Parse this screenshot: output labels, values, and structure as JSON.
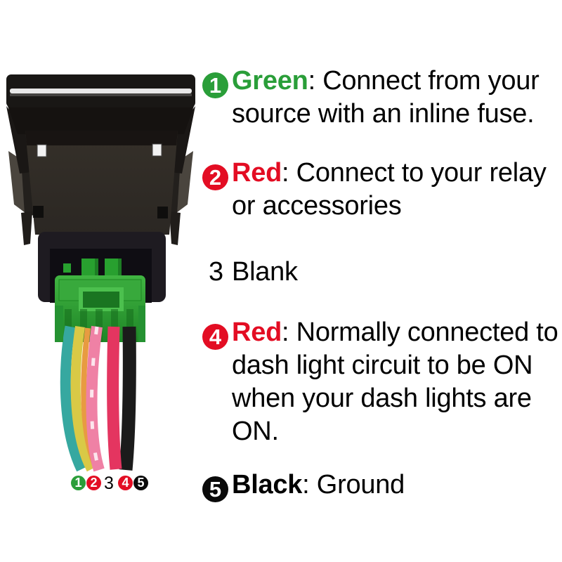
{
  "colors": {
    "green": "#2a9e39",
    "red": "#e30d23",
    "black": "#0a0a0a"
  },
  "annotations": {
    "items": [
      {
        "num": "1",
        "badge": "green",
        "label": "Green",
        "first": ": Connect from your",
        "rest": [
          "source with an inline fuse."
        ]
      },
      {
        "num": "2",
        "badge": "red",
        "label": "Red",
        "first": ": Connect to your relay",
        "rest": [
          "or accessories"
        ]
      },
      {
        "num": "3",
        "badge": "none",
        "label": "",
        "first": "Blank",
        "rest": []
      },
      {
        "num": "4",
        "badge": "red",
        "label": "Red",
        "first": ": Normally connected to",
        "rest": [
          "dash light circuit to be ON",
          "when your dash lights are",
          "ON."
        ]
      },
      {
        "num": "5",
        "badge": "black",
        "label": "Black",
        "first": ": Ground",
        "rest": []
      }
    ]
  },
  "wire_legend": {
    "items": [
      {
        "num": "1",
        "badge": "green"
      },
      {
        "num": "2",
        "badge": "red"
      },
      {
        "num": "3",
        "badge": "none"
      },
      {
        "num": "4",
        "badge": "red"
      },
      {
        "num": "5",
        "badge": "black"
      }
    ]
  },
  "switch_graphic": {
    "description": "push-button switch rear view with green wiring connector and five wires",
    "wire_colors": {
      "teal": "#36a8a0",
      "yellow": "#d9c946",
      "orange": "#e89b41",
      "pink": "#ef81a5",
      "crimson": "#e43560",
      "black": "#1b1b1b"
    },
    "connector_color": "#2aa030"
  }
}
